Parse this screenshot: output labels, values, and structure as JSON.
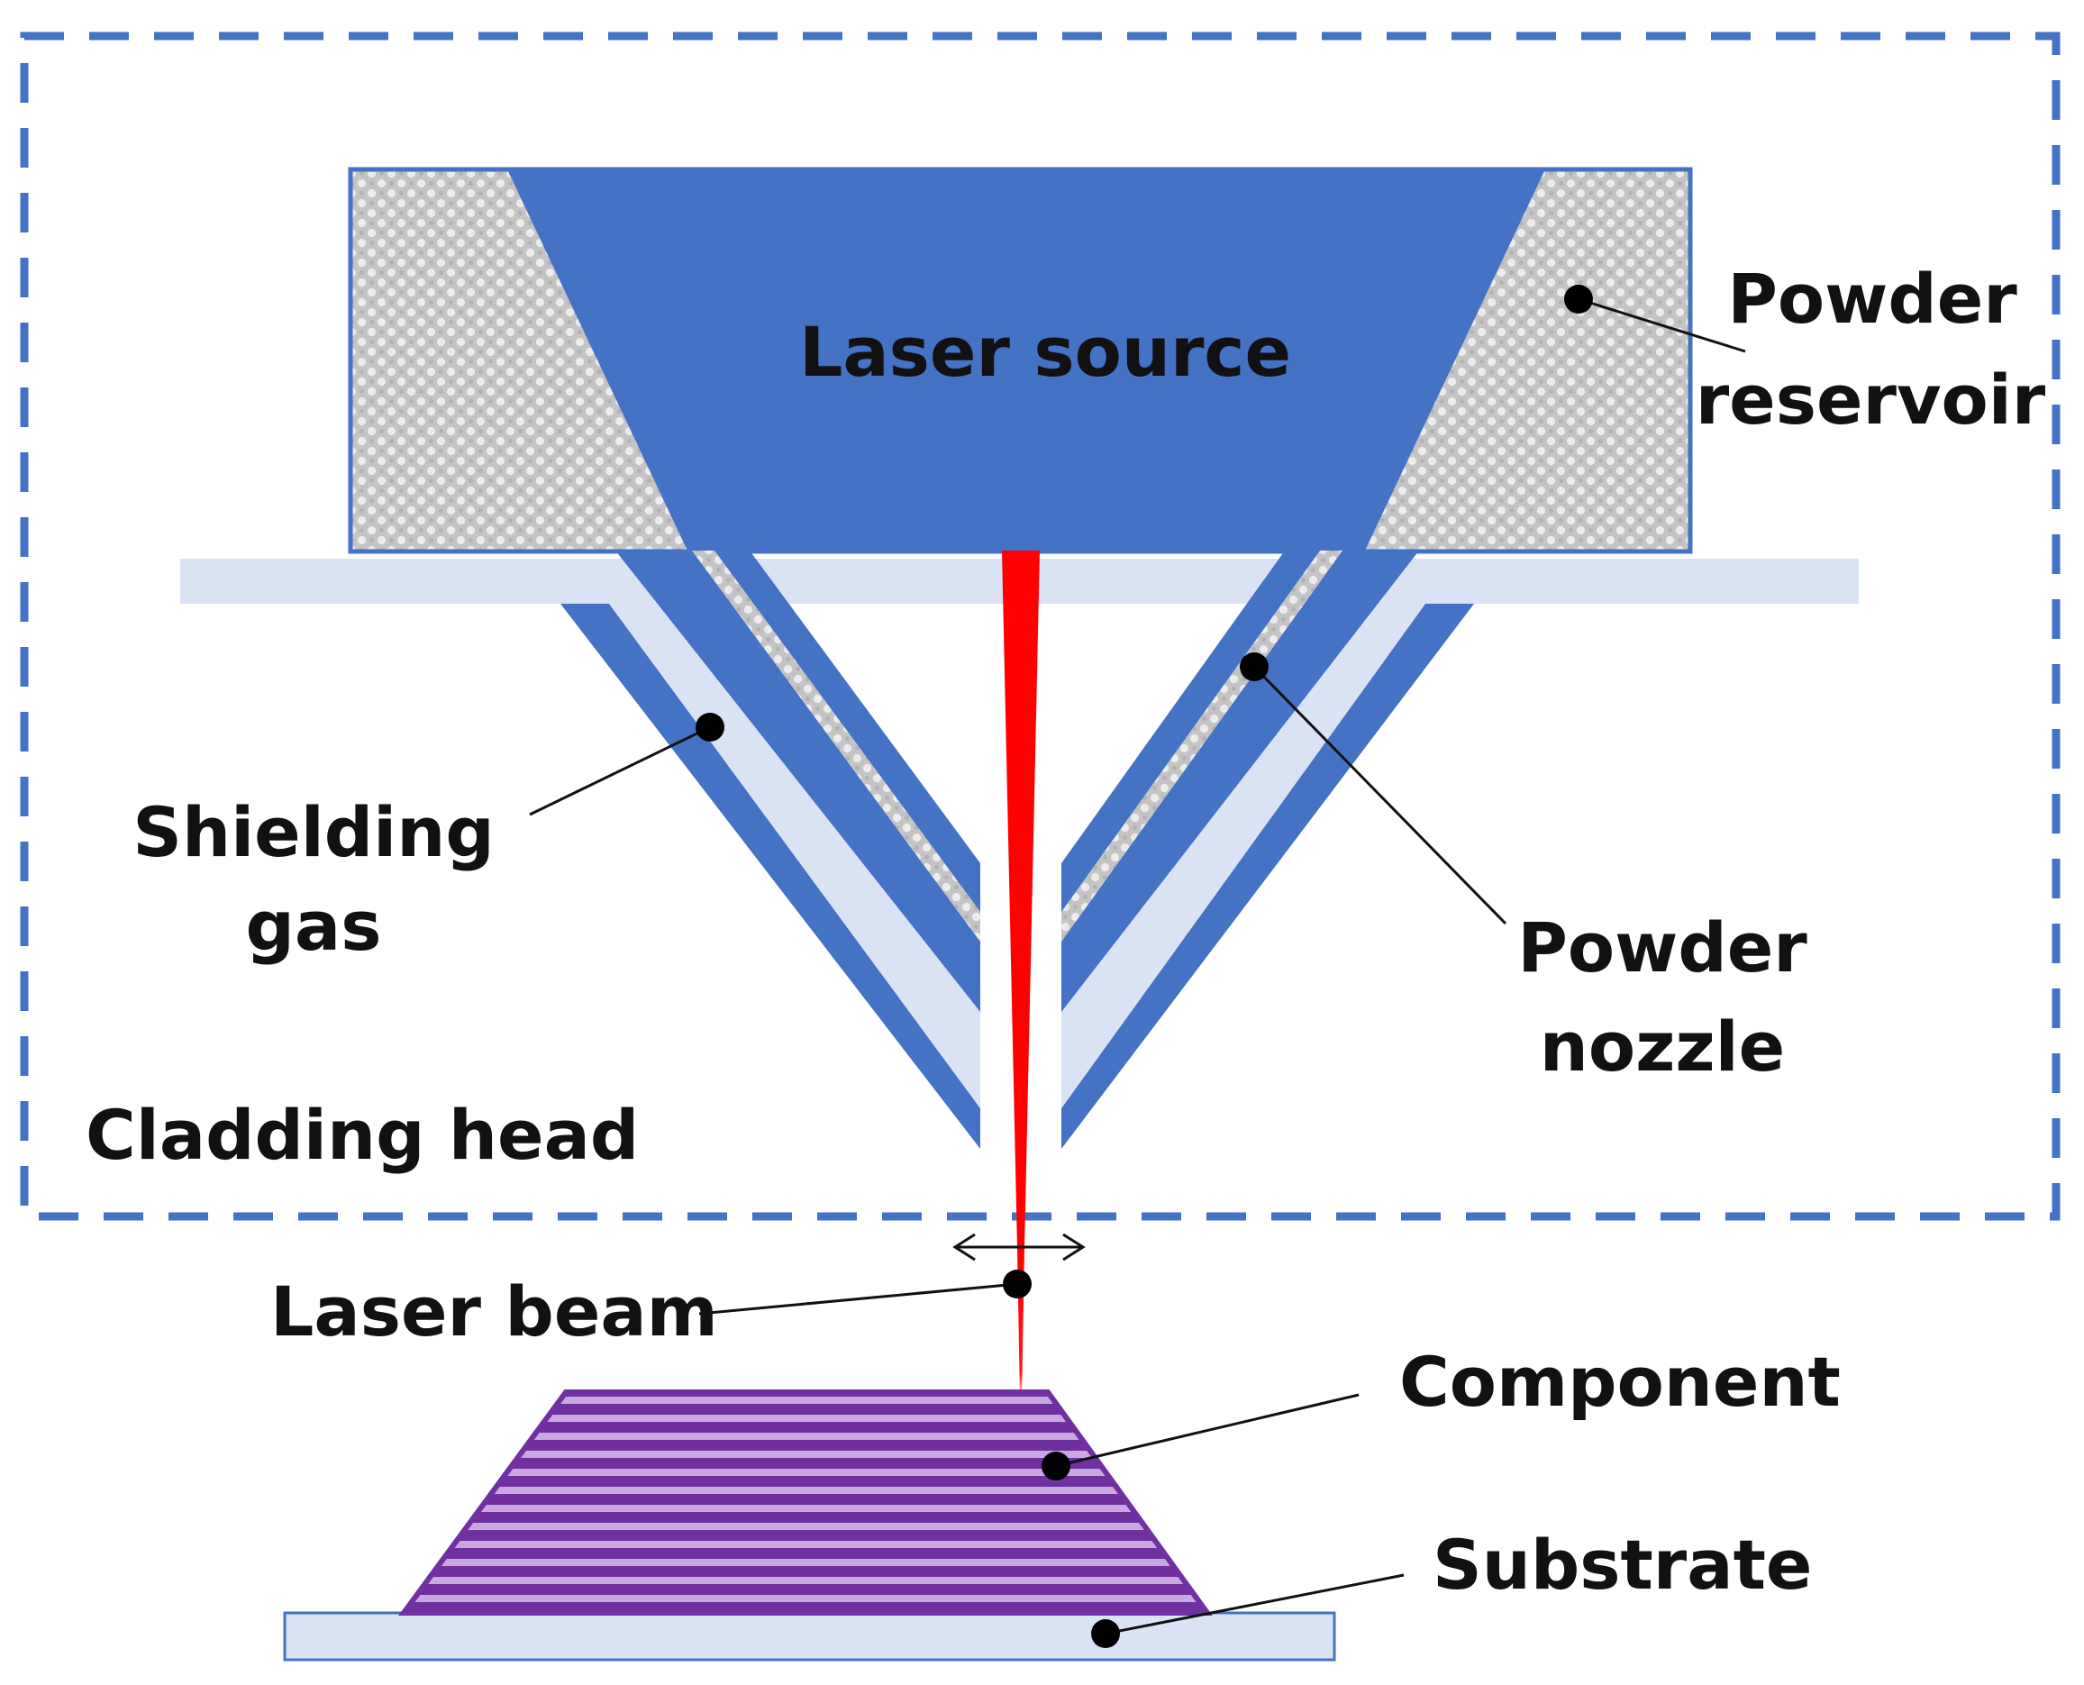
{
  "colors": {
    "frame": "#4472c4",
    "laser_source": "#4472c4",
    "nozzle_blue": "#4472c4",
    "shielding_light": "#dae3f3",
    "powder_gray": "#c9c9c9",
    "laser_beam": "#ff0000",
    "component_purple": "#7030a0",
    "component_stripe": "#c9a7e0",
    "substrate": "#dae3f3"
  },
  "labels": {
    "laser_source": "Laser source",
    "powder_reservoir_line1": "Powder",
    "powder_reservoir_line2": "reservoir",
    "shielding_gas_line1": "Shielding",
    "shielding_gas_line2": "gas",
    "powder_nozzle_line1": "Powder",
    "powder_nozzle_line2": "nozzle",
    "cladding_head": "Cladding head",
    "laser_beam": "Laser beam",
    "component": "Component",
    "substrate": "Substrate"
  },
  "icons": {
    "beam_width": "double-arrow-icon",
    "leader_marker": "dot-marker-icon"
  }
}
